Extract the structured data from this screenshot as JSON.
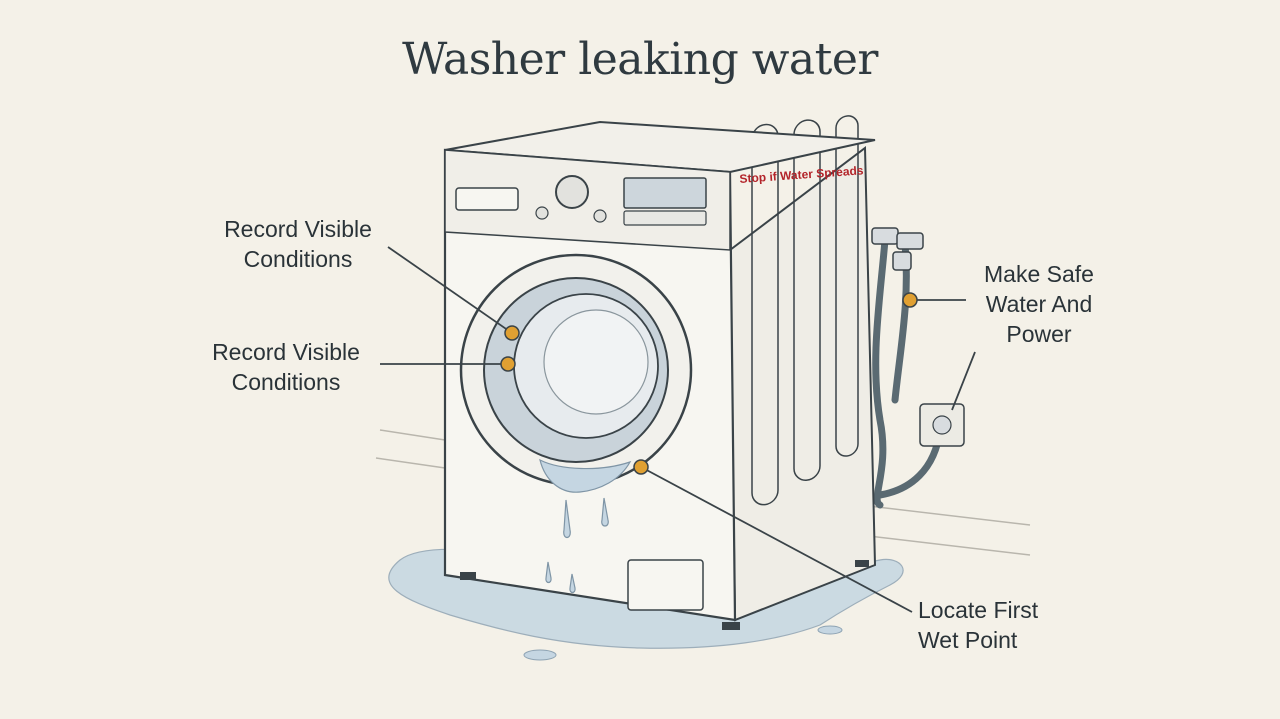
{
  "title": "Washer leaking water",
  "warning_label": "Stop if Water Spreads",
  "callouts": [
    {
      "lines": [
        "Record Visible",
        "Conditions"
      ]
    },
    {
      "lines": [
        "Record Visible",
        "Conditions"
      ]
    },
    {
      "lines": [
        "Make Safe",
        "Water And",
        "Power"
      ]
    },
    {
      "lines": [
        "Locate First",
        "Wet Point"
      ]
    }
  ],
  "colors": {
    "background": "#f4f1e8",
    "line": "#3a4348",
    "marker": "#e0a032",
    "warning": "#b3242a",
    "water": "#bfd3e0"
  }
}
